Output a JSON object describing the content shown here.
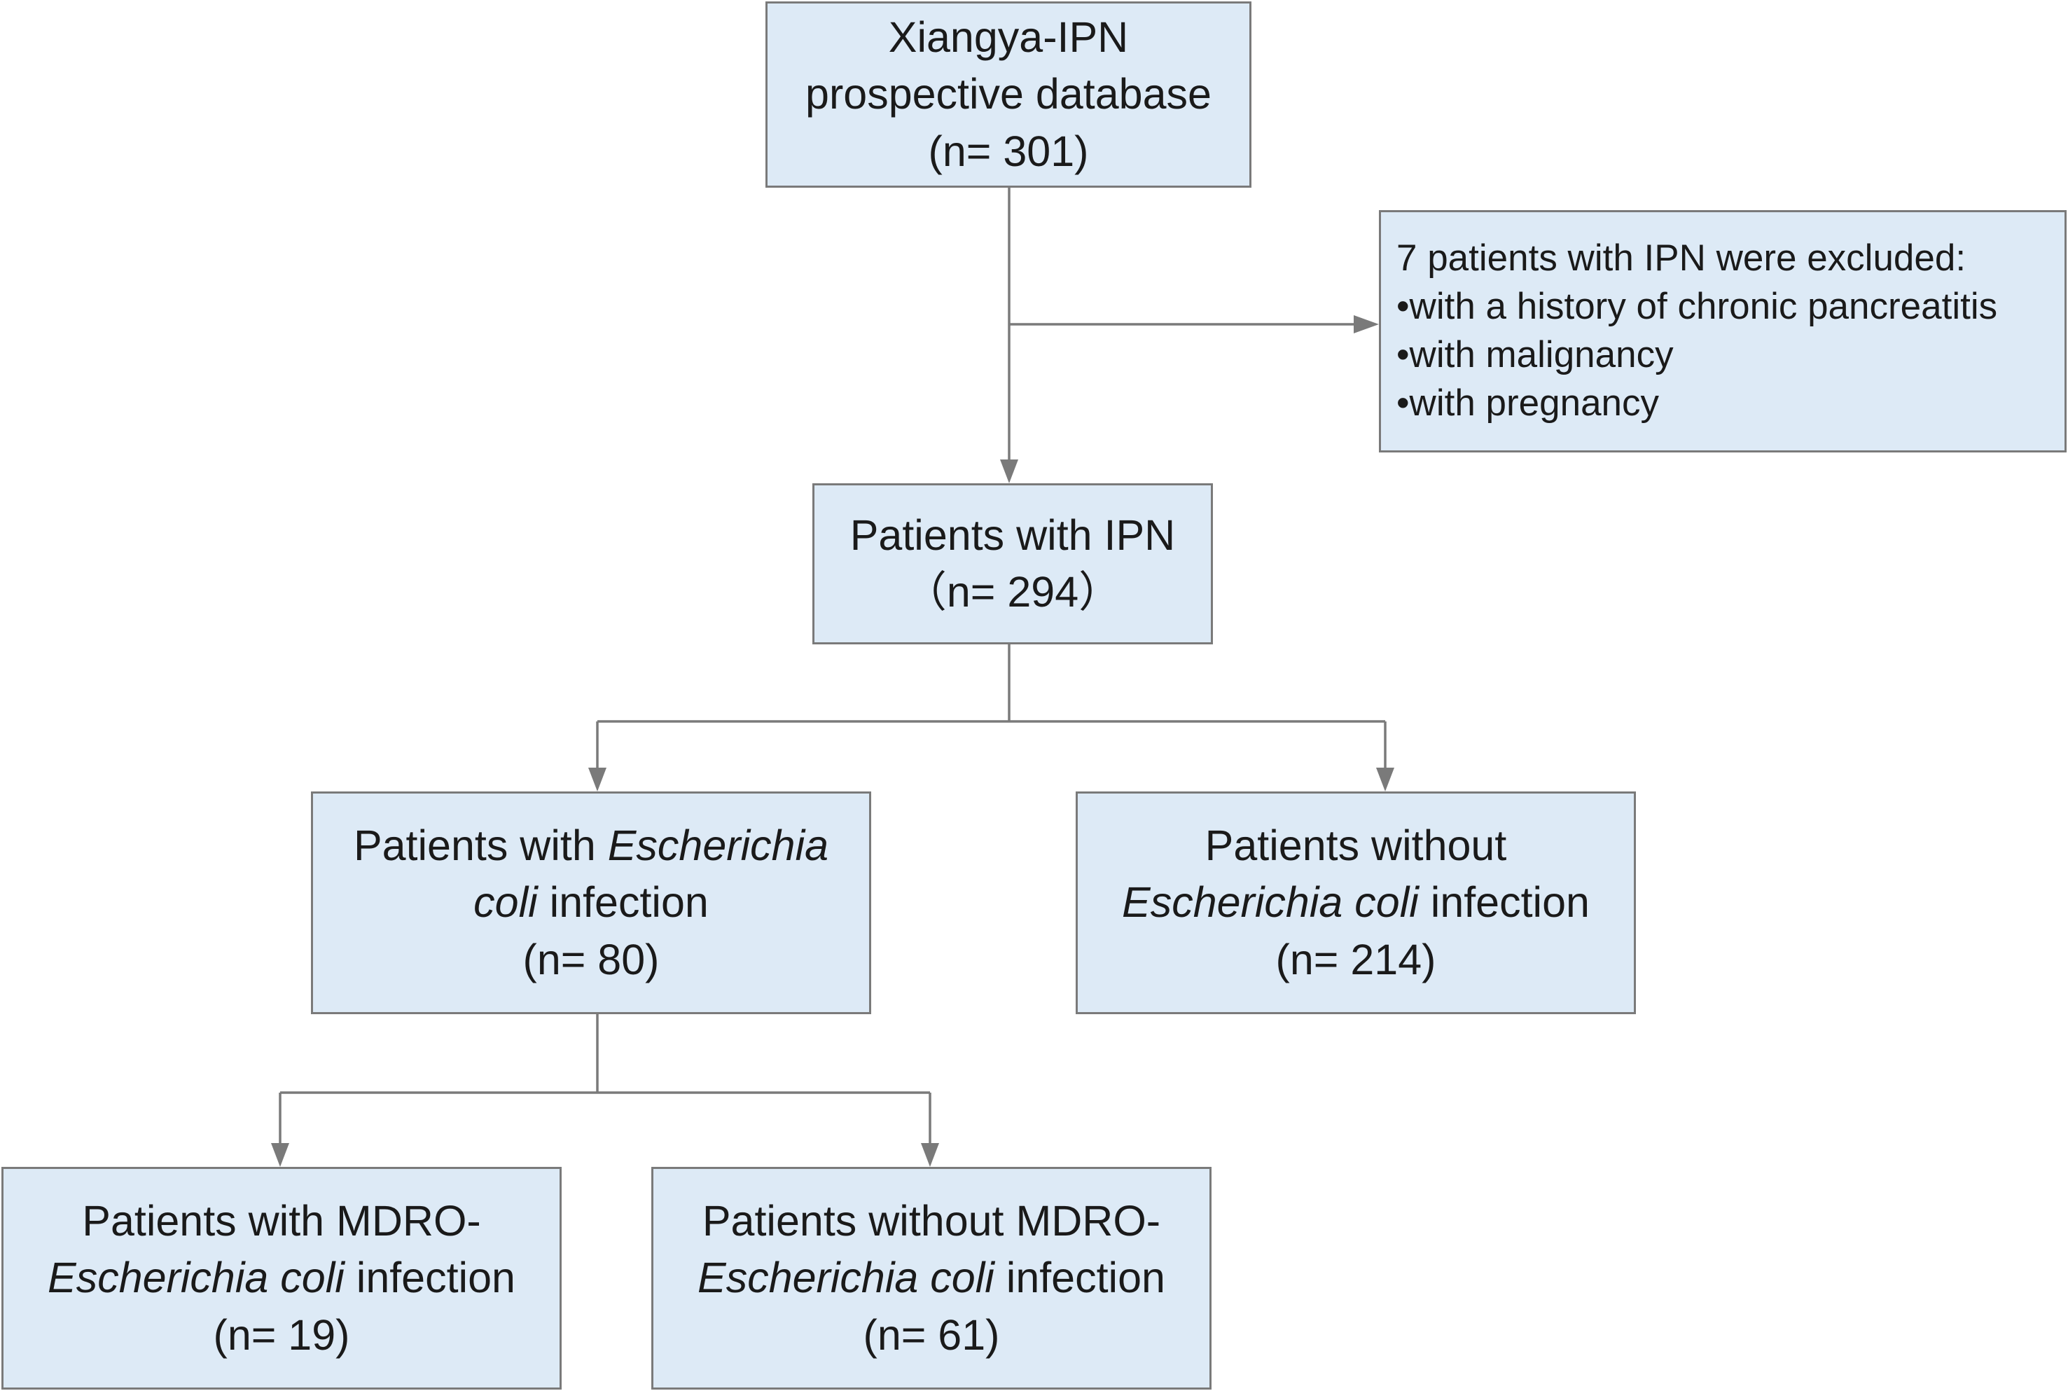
{
  "flowchart": {
    "database": {
      "line1": "Xiangya-IPN",
      "line2": "prospective database",
      "count": "(n= 301)"
    },
    "excluded": {
      "header": "7 patients with IPN were excluded:",
      "reasons": [
        "•with a history of chronic pancreatitis",
        "•with malignancy",
        "•with pregnancy"
      ]
    },
    "ipn": {
      "line1": "Patients with IPN",
      "count": "（n= 294）"
    },
    "ecoli": {
      "pre": "Patients with ",
      "italic1": "Escherichia",
      "italic2": "coli",
      "post": " infection",
      "count": "(n= 80)"
    },
    "no_ecoli": {
      "line1": "Patients without",
      "italic": "Escherichia coli",
      "post": " infection",
      "count": "(n= 214)"
    },
    "mdro": {
      "line1": "Patients with MDRO-",
      "italic": "Escherichia coli",
      "post": " infection",
      "count": "(n= 19)"
    },
    "no_mdro": {
      "line1": "Patients without MDRO-",
      "italic": "Escherichia coli",
      "post": " infection",
      "count": "(n= 61)"
    }
  },
  "colors": {
    "box_fill": "#ddeaf6",
    "box_border": "#7a7a7a",
    "connector": "#7a7a7a",
    "text": "#1a1a1a"
  }
}
